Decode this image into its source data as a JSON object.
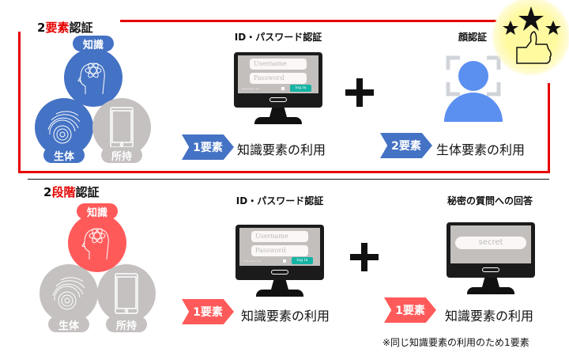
{
  "top": {
    "title_prefix": "2",
    "title_highlight": "要素",
    "title_suffix": "認証",
    "factors": {
      "knowledge": "知識",
      "biometric": "生体",
      "possession": "所持"
    },
    "method1": {
      "title": "ID・パスワード認証",
      "username_placeholder": "Username",
      "password_placeholder": "Password",
      "remember_label": "Remember me",
      "login_button": "log in",
      "tag": "1要素",
      "caption": "知識要素の利用"
    },
    "method2": {
      "title": "顔認証",
      "tag": "2要素",
      "caption": "生体要素の利用"
    },
    "accent": "#4472c4"
  },
  "bottom": {
    "title_prefix": "2",
    "title_highlight": "段階",
    "title_suffix": "認証",
    "factors": {
      "knowledge": "知識",
      "biometric": "生体",
      "possession": "所持"
    },
    "method1": {
      "title": "ID・パスワード認証",
      "username_placeholder": "Username",
      "password_placeholder": "Password",
      "remember_label": "Remember me",
      "login_button": "log in",
      "tag": "1要素",
      "caption": "知識要素の利用"
    },
    "method2": {
      "title": "秘密の質問への回答",
      "secret_placeholder": "secret",
      "tag": "1要素",
      "caption": "知識要素の利用"
    },
    "note": "※同じ知識要素の利用のため1要素",
    "accent": "#ff5a5a"
  }
}
